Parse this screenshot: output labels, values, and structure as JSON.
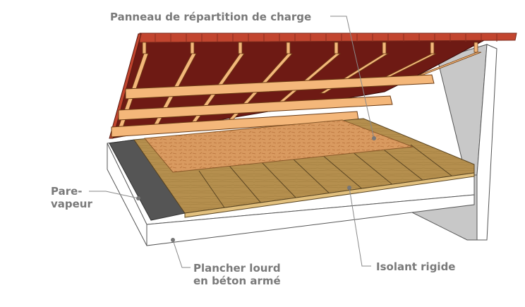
{
  "labels": {
    "panel": "Panneau de répartition de charge",
    "vapor_barrier": [
      "Pare-",
      "vapeur"
    ],
    "concrete_floor": [
      "Plancher lourd",
      "en béton armé"
    ],
    "rigid_insulation": "Isolant rigide"
  },
  "colors": {
    "label_text": "#7a7a7a",
    "leader_line": "#8a8a8a",
    "roof_tiles": "#c2452f",
    "roof_underside": "#6e1a14",
    "rafters": "#f4b77a",
    "osb_panel": "#d99a60",
    "insulation_boards": "#b58f4e",
    "vapor_barrier": "#555555",
    "concrete": "#ffffff",
    "wall": "#c8c8c8"
  }
}
